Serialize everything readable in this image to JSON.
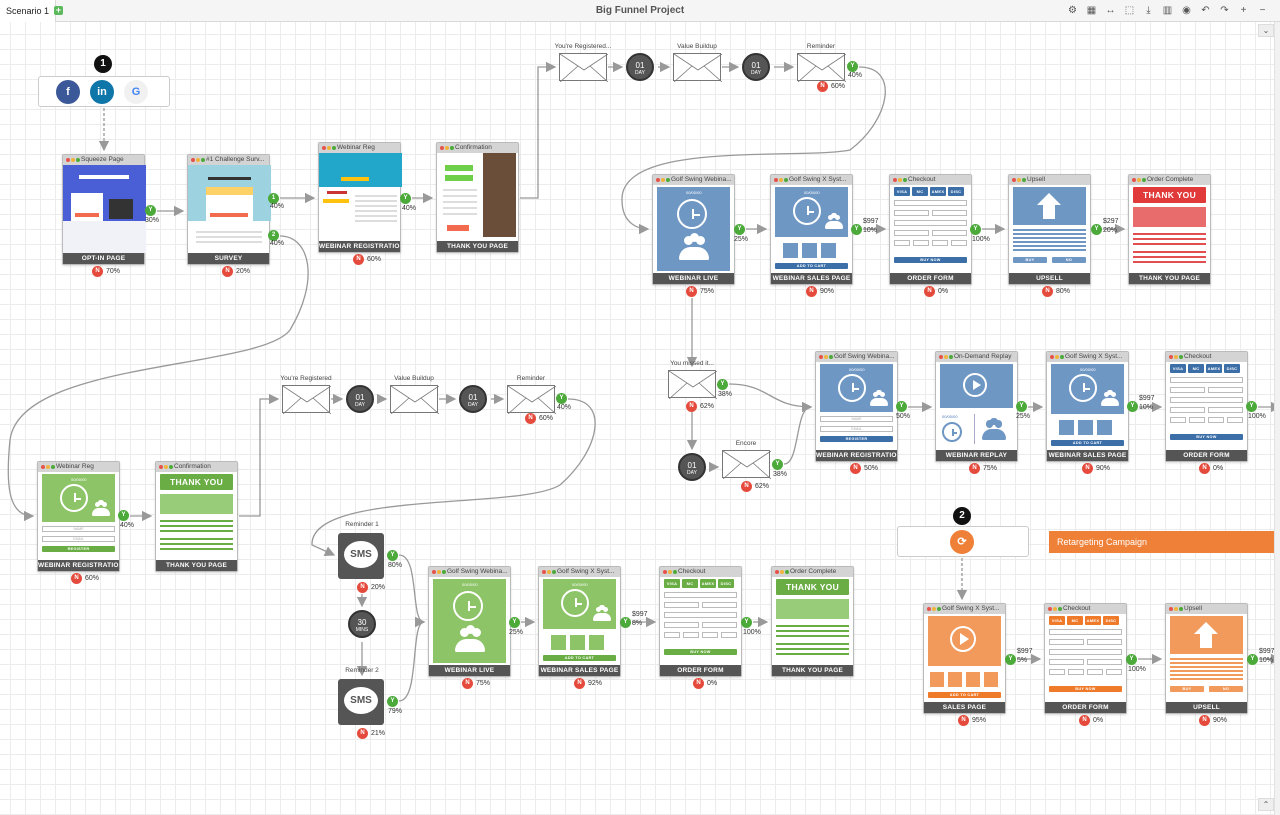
{
  "app": {
    "tab": "Scenario 1",
    "add_tab": "+",
    "title": "Big Funnel Project",
    "tools": [
      {
        "icon": "gear-icon",
        "glyph": "⚙"
      },
      {
        "icon": "calculator-icon",
        "glyph": "▦"
      },
      {
        "icon": "fit-width-icon",
        "glyph": "↔"
      },
      {
        "icon": "select-icon",
        "glyph": "⬚"
      },
      {
        "icon": "download-icon",
        "glyph": "⤓"
      },
      {
        "icon": "columns-icon",
        "glyph": "▥"
      },
      {
        "icon": "eye-icon",
        "glyph": "◉"
      },
      {
        "icon": "undo-icon",
        "glyph": "↶"
      },
      {
        "icon": "redo-icon",
        "glyph": "↷"
      },
      {
        "icon": "zoom-in-icon",
        "glyph": "+"
      },
      {
        "icon": "zoom-out-icon",
        "glyph": "−"
      }
    ],
    "collapse": "⌄",
    "expand": "⌃"
  },
  "markers": {
    "one": "1",
    "two": "2"
  },
  "sources": {
    "facebook": "f",
    "linkedin": "in",
    "google": "G"
  },
  "retargeting": {
    "label": "Retargeting Campaign"
  },
  "colors": {
    "blue": "#6f97c4",
    "green": "#8cc467",
    "orange": "#f19a5c",
    "red": "#e55b5b",
    "yes": "#4caa3b",
    "no": "#e54b3c"
  },
  "top_funnel": {
    "squeeze": {
      "title": "Squeeze Page",
      "footer": "OPT-IN PAGE",
      "yes_pct": "30%",
      "no_pct": "70%"
    },
    "survey": {
      "title": "#1 Challenge Surv...",
      "footer": "SURVEY",
      "opt1": "1",
      "opt1_pct": "40%",
      "opt2": "2",
      "opt2_pct": "40%",
      "no_pct": "20%"
    },
    "webreg": {
      "title": "Webinar Reg",
      "footer": "WEBINAR REGISTRATION",
      "yes_pct": "40%",
      "no_pct": "60%"
    },
    "confirm": {
      "title": "Confirmation",
      "footer": "THANK YOU PAGE"
    }
  },
  "email_row_1": [
    {
      "label": "You're Registered..."
    },
    {
      "timer": "01",
      "unit": "DAY"
    },
    {
      "label": "Value Buildup"
    },
    {
      "timer": "01",
      "unit": "DAY"
    },
    {
      "label": "Reminder",
      "yes_pct": "40%",
      "no_pct": "60%"
    }
  ],
  "blue_funnel": [
    {
      "title": "Golf Swing Webina...",
      "footer": "WEBINAR LIVE",
      "yes_pct": "25%",
      "no_pct": "75%",
      "date": "00/00/00"
    },
    {
      "title": "Golf Swing X Syst...",
      "footer": "WEBINAR SALES PAGE",
      "price": "$997",
      "yes_pct": "10%",
      "no_pct": "90%",
      "date": "00/00/00",
      "cta": "ADD TO CART"
    },
    {
      "title": "Checkout",
      "footer": "ORDER FORM",
      "yes_pct": "100%",
      "no_pct": "0%",
      "cta": "BUY NOW",
      "cards": [
        "VISA",
        "MC",
        "AMEX",
        "DISC"
      ]
    },
    {
      "title": "Upsell",
      "footer": "UPSELL",
      "price": "$297",
      "yes_pct": "20%",
      "no_pct": "80%",
      "buy": "BUY",
      "no": "NO"
    },
    {
      "title": "Order Complete",
      "footer": "THANK YOU PAGE",
      "banner": "THANK YOU"
    }
  ],
  "missed": {
    "label": "You missed it...",
    "yes_pct": "38%",
    "no_pct": "62%",
    "timer": "01",
    "unit": "DAY",
    "encore": "Encore",
    "encore_yes_pct": "38%",
    "encore_no_pct": "62%"
  },
  "replay_funnel": [
    {
      "title": "Golf Swing Webina...",
      "footer": "WEBINAR REGISTRATION",
      "yes_pct": "50%",
      "no_pct": "50%",
      "date": "00/00/00",
      "name": "NAME",
      "email": "EMAIL",
      "cta": "REGISTER"
    },
    {
      "title": "On-Demand Replay",
      "footer": "WEBINAR REPLAY",
      "yes_pct": "25%",
      "no_pct": "75%",
      "date": "00/00/00"
    },
    {
      "title": "Golf Swing X Syst...",
      "footer": "WEBINAR SALES PAGE",
      "price": "$997",
      "yes_pct": "10%",
      "no_pct": "90%",
      "date": "00/00/00",
      "cta": "ADD TO CART"
    },
    {
      "title": "Checkout",
      "footer": "ORDER FORM",
      "yes_pct": "100%",
      "no_pct": "0%",
      "cta": "BUY NOW",
      "cards": [
        "VISA",
        "MC",
        "AMEX",
        "DISC"
      ]
    }
  ],
  "email_row_2": [
    {
      "label": "You're Registered"
    },
    {
      "timer": "01",
      "unit": "DAY"
    },
    {
      "label": "Value Buildup"
    },
    {
      "timer": "01",
      "unit": "DAY"
    },
    {
      "label": "Reminder",
      "yes_pct": "40%",
      "no_pct": "60%"
    }
  ],
  "green_reg": {
    "webreg": {
      "title": "Webinar Reg",
      "footer": "WEBINAR REGISTRATION",
      "yes_pct": "40%",
      "no_pct": "60%",
      "date": "00/00/00",
      "name": "NAME",
      "email": "EMAIL",
      "cta": "REGISTER"
    },
    "confirm": {
      "title": "Confirmation",
      "footer": "THANK YOU PAGE",
      "banner": "THANK YOU"
    }
  },
  "sms": {
    "r1_label": "Reminder 1",
    "r1_text": "SMS",
    "r1_yes": "80%",
    "r1_no": "20%",
    "timer": "30",
    "unit": "MINS",
    "r2_label": "Reminder 2",
    "r2_text": "SMS",
    "r2_yes": "79%",
    "r2_no": "21%"
  },
  "green_funnel": [
    {
      "title": "Golf Swing Webina...",
      "footer": "WEBINAR LIVE",
      "yes_pct": "25%",
      "no_pct": "75%",
      "date": "00/00/00"
    },
    {
      "title": "Golf Swing X Syst...",
      "footer": "WEBINAR SALES PAGE",
      "price": "$997",
      "yes_pct": "8%",
      "no_pct": "92%",
      "date": "00/00/00",
      "cta": "ADD TO CART"
    },
    {
      "title": "Checkout",
      "footer": "ORDER FORM",
      "yes_pct": "100%",
      "no_pct": "0%",
      "cta": "BUY NOW",
      "cards": [
        "VISA",
        "MC",
        "AMEX",
        "DISC"
      ]
    },
    {
      "title": "Order Complete",
      "footer": "THANK YOU PAGE",
      "banner": "THANK YOU"
    }
  ],
  "orange_funnel": [
    {
      "title": "Golf Swing X Syst...",
      "footer": "SALES PAGE",
      "price": "$997",
      "yes_pct": "5%",
      "no_pct": "95%",
      "cta": "ADD TO CART"
    },
    {
      "title": "Checkout",
      "footer": "ORDER FORM",
      "yes_pct": "100%",
      "no_pct": "0%",
      "cta": "BUY NOW",
      "cards": [
        "VISA",
        "MC",
        "AMEX",
        "DISC"
      ]
    },
    {
      "title": "Upsell",
      "footer": "UPSELL",
      "price": "$997",
      "yes_pct": "10%",
      "no_pct": "90%",
      "buy": "BUY",
      "no": "NO"
    }
  ],
  "badge": {
    "yes": "Y",
    "no": "N"
  }
}
